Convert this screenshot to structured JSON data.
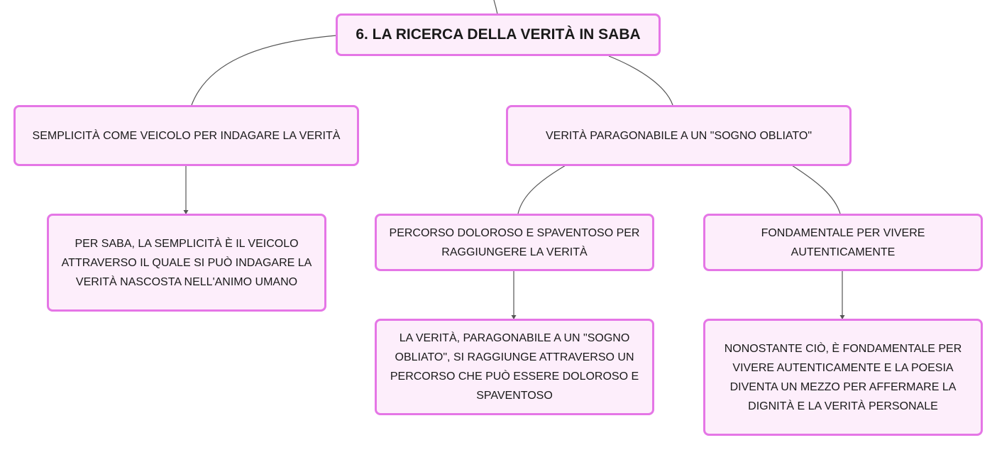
{
  "mindmap": {
    "root": "6. LA RICERCA DELLA VERITÀ IN SABA",
    "branch_left": {
      "title": "SEMPLICITÀ COME VEICOLO PER INDAGARE LA VERITÀ",
      "detail": "PER SABA, LA SEMPLICITÀ È IL VEICOLO ATTRAVERSO IL QUALE SI PUÒ INDAGARE LA VERITÀ NASCOSTA NELL'ANIMO UMANO"
    },
    "branch_right": {
      "title": "VERITÀ PARAGONABILE A UN \"SOGNO OBLIATO\"",
      "sub_left": {
        "title": "PERCORSO DOLOROSO E SPAVENTOSO PER RAGGIUNGERE LA VERITÀ",
        "detail": "LA VERITÀ, PARAGONABILE A UN \"SOGNO OBLIATO\", SI RAGGIUNGE ATTRAVERSO UN PERCORSO CHE PUÒ ESSERE DOLOROSO E SPAVENTOSO"
      },
      "sub_right": {
        "title": "FONDAMENTALE PER VIVERE AUTENTICAMENTE",
        "detail": "NONOSTANTE CIÒ, È FONDAMENTALE PER VIVERE AUTENTICAMENTE E LA POESIA DIVENTA UN MEZZO PER AFFERMARE LA DIGNITÀ E LA VERITÀ PERSONALE"
      }
    }
  },
  "colors": {
    "node_border": "#e576e6",
    "node_fill": "#fdeefb",
    "connector": "#555555"
  }
}
